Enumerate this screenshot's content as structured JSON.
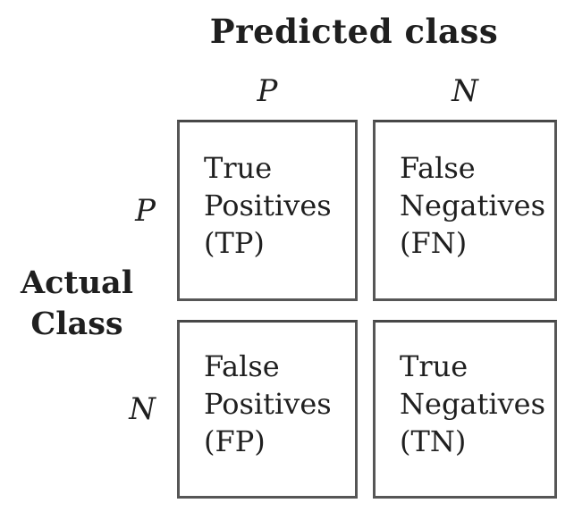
{
  "confusion_matrix": {
    "title": "Predicted class",
    "column_labels": [
      "P",
      "N"
    ],
    "row_axis_label": [
      "Actual",
      "Class"
    ],
    "row_labels": [
      "P",
      "N"
    ],
    "cells": {
      "tp": [
        "True",
        "Positives",
        "(TP)"
      ],
      "fn": [
        "False",
        "Negatives",
        "(FN)"
      ],
      "fp": [
        "False",
        "Positives",
        "(FP)"
      ],
      "tn": [
        "True",
        "Negatives",
        "(TN)"
      ]
    }
  },
  "colors": {
    "text": "#1f1f1f",
    "cell_border": "#565656",
    "background": "#ffffff"
  }
}
